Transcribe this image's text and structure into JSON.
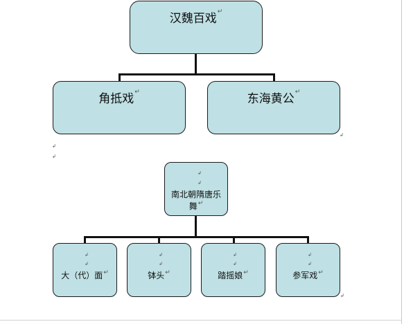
{
  "diagram": {
    "top_group": {
      "root": "汉魏百戏",
      "children": [
        "角抵戏",
        "东海黄公"
      ]
    },
    "bottom_group": {
      "root_line1": "南北朝隋唐乐",
      "root_line2": "舞",
      "children": [
        "大（代）面",
        "钵头",
        "踏摇娘",
        "参军戏"
      ]
    },
    "paragraph_mark": "↵",
    "small_mark": "↲"
  }
}
